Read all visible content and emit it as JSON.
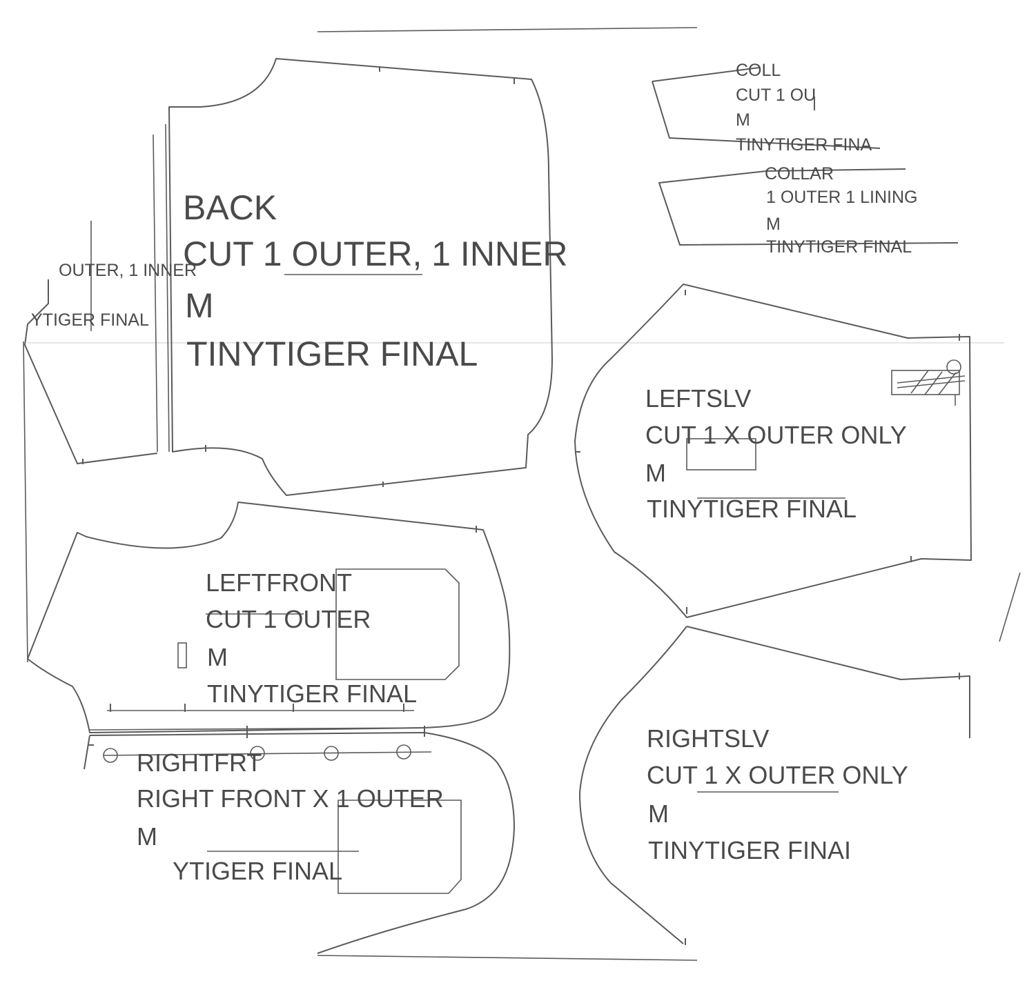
{
  "pieces": {
    "back": {
      "name": "BACK",
      "cut": "CUT 1 OUTER, 1 INNER",
      "size": "M",
      "pattern": "TINYTIGER FINAL"
    },
    "back_partial": {
      "cut": "OUTER, 1 INNER",
      "pattern": "YTIGER FINAL"
    },
    "collar_top": {
      "name": "COLL",
      "cut": "CUT 1 OU",
      "size": "M",
      "pattern": "TINYTIGER FINA"
    },
    "collar": {
      "name": "COLLAR",
      "cut": "1 OUTER 1 LINING",
      "size": "M",
      "pattern": "TINYTIGER FINAL"
    },
    "leftslv": {
      "name": "LEFTSLV",
      "cut": "CUT 1 X OUTER ONLY",
      "size": "M",
      "pattern": "TINYTIGER FINAL"
    },
    "leftfront": {
      "name": "LEFTFRONT",
      "cut": "CUT 1 OUTER",
      "size": "M",
      "pattern": "TINYTIGER FINAL"
    },
    "rightfrt": {
      "name": "RIGHTFRT",
      "cut": "RIGHT FRONT X 1 OUTER",
      "size": "M",
      "pattern": "YTIGER FINAL"
    },
    "rightslv": {
      "name": "RIGHTSLV",
      "cut": "CUT 1 X OUTER ONLY",
      "size": "M",
      "pattern": "TINYTIGER FINAI"
    }
  },
  "colors": {
    "ink": "#4a4a4a",
    "line": "#5a5a5a",
    "paper": "#ffffff"
  }
}
